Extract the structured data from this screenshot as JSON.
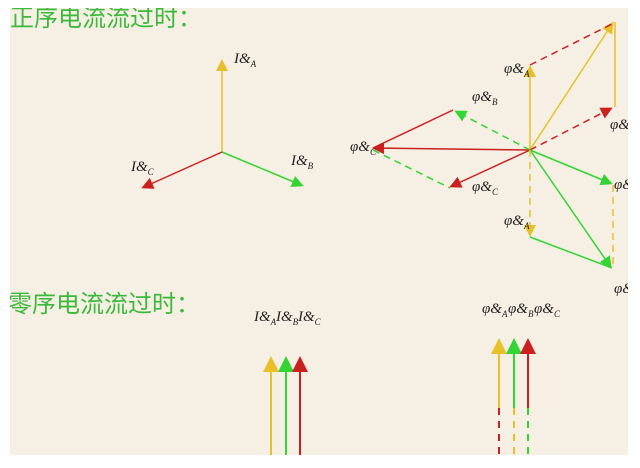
{
  "titles": {
    "positive": "正序电流流过时：",
    "zero": "零序电流流过时："
  },
  "labels": {
    "i_symbol": "I&",
    "phi_symbol": "φ&",
    "sub_a": "A",
    "sub_b": "B",
    "sub_c": "C"
  },
  "colors": {
    "phase_a": "#e8c12a",
    "phase_b": "#33d433",
    "phase_c": "#cc1f1f",
    "title": "#3cb83c",
    "background": "#f6efe3"
  }
}
